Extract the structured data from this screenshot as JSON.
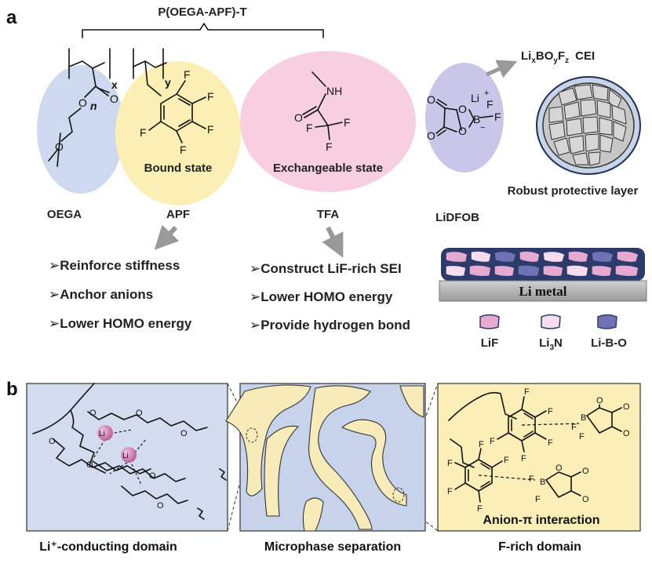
{
  "panel_a": {
    "letter": "a",
    "polymer_title": "P(OEGA-APF)-T",
    "subscript_x": "x",
    "subscript_y": "y",
    "subscript_n": "n",
    "apf_state": "Bound state",
    "tfa_state": "Exchangeable state",
    "oega_label": "OEGA",
    "apf_label": "APF",
    "tfa_label": "TFA",
    "lidfob_label": "LiDFOB",
    "cei_label_main": "Li",
    "cei_x": "x",
    "cei_bo": "BO",
    "cei_y": "y",
    "cei_f": "F",
    "cei_z": "z",
    "cei_suffix": "CEI",
    "protective_label": "Robust protective layer",
    "apf_bullets": [
      "➢Reinforce stiffness",
      "➢Anchor anions",
      "➢Lower HOMO energy"
    ],
    "tfa_bullets": [
      "➢Construct LiF-rich SEI",
      "➢Lower HOMO energy",
      "➢Provide hydrogen bond"
    ],
    "li_metal_label": "Li metal",
    "legend": {
      "lif": "LiF",
      "li3n_main": "Li",
      "li3n_sub": "3",
      "li3n_tail": "N",
      "libo": "Li-B-O"
    },
    "atoms": {
      "F": "F",
      "O": "O",
      "NH": "NH",
      "B": "B",
      "Li_plus": "Li",
      "plus": "+",
      "minus": "−"
    },
    "colors": {
      "oega_bubble": "#c9d7ee",
      "apf_bubble": "#fbefb3",
      "tfa_bubble": "#f7cfe0",
      "lidfob_bubble": "#c8c6e9",
      "lif": "#e6a9cf",
      "li3n": "#f6dcef",
      "libo": "#6f72b5",
      "li_metal": "#b3b3b3"
    }
  },
  "panel_b": {
    "letter": "b",
    "left_caption": "Li⁺-conducting domain",
    "middle_caption": "Microphase separation",
    "right_caption": "F-rich domain",
    "interaction_label": "Anion-π interaction",
    "li_ion": "Li",
    "plus": "+",
    "colors": {
      "left_bg": "#d2dcee",
      "middle_bg": "#c7d3ea",
      "right_bg": "#fbefb7",
      "channels": "#f7ebb9",
      "li_sphere": "#d684b8"
    }
  }
}
